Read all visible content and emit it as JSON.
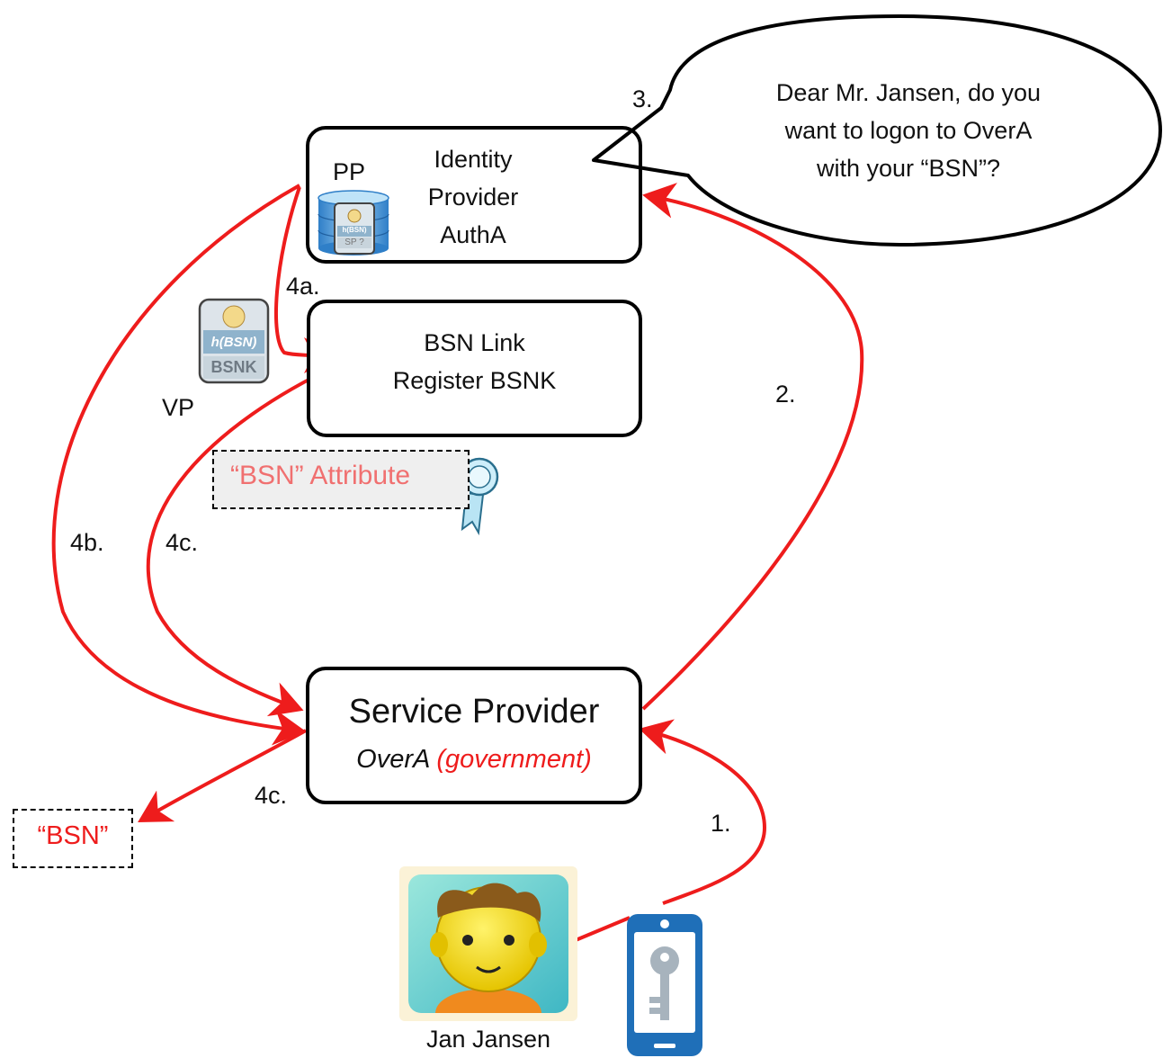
{
  "speech_bubble": {
    "line1": "Dear Mr. Jansen, do you",
    "line2": "want to logon to OverA",
    "line3": "with your “BSN”?"
  },
  "identity_provider": {
    "line1": "Identity",
    "line2": "Provider",
    "line3": "AuthA",
    "pp_label": "PP",
    "db_card_top": "h(BSN)",
    "db_card_bottom": "SP ?"
  },
  "bsn_link": {
    "line1": "BSN Link",
    "line2": "Register BSNK"
  },
  "vp_card": {
    "top": "h(BSN)",
    "bottom": "BSNK",
    "label": "VP"
  },
  "attribute": {
    "label": "“BSN” Attribute"
  },
  "service_provider": {
    "title": "Service Provider",
    "sub_plain": "OverA",
    "sub_red": "(government)"
  },
  "bsn_output": {
    "label": "“BSN”"
  },
  "user": {
    "name": "Jan Jansen"
  },
  "steps": {
    "s1": "1.",
    "s2": "2.",
    "s3": "3.",
    "s4a": "4a.",
    "s4b": "4b.",
    "s4c_upper": "4c.",
    "s4c_lower": "4c."
  },
  "colors": {
    "arrow": "#ee1c1c",
    "attribute_text": "#f07070",
    "red_text": "#ee1c1c",
    "phone": "#1f6fb8"
  }
}
